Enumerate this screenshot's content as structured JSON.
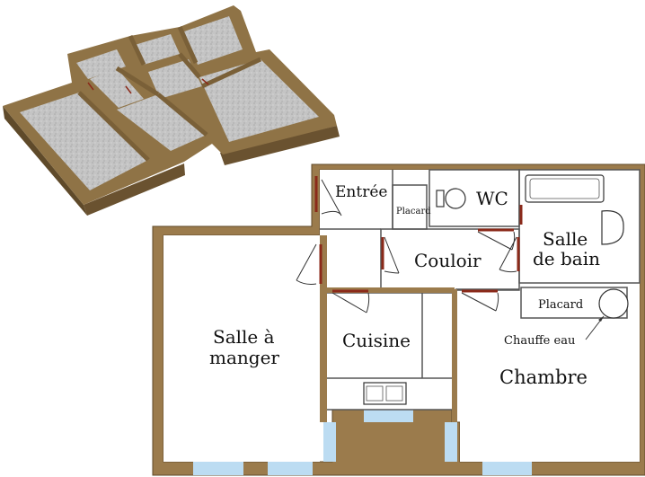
{
  "plan": {
    "rooms": {
      "entree": "Entrée",
      "placard_small": "Placard",
      "wc": "WC",
      "salle_de_bain_1": "Salle",
      "salle_de_bain_2": "de bain",
      "couloir": "Couloir",
      "placard": "Placard",
      "chauffe_eau": "Chauffe eau",
      "salle_a_manger_1": "Salle à",
      "salle_a_manger_2": "manger",
      "cuisine": "Cuisine",
      "chambre": "Chambre"
    }
  },
  "colors": {
    "wall": "#9b7b4c",
    "wall_dark": "#6f5630",
    "floor_texture": "#b9b9b9",
    "window": "#bcdcf2",
    "door": "#8b2a1a",
    "background": "#ffffff"
  }
}
